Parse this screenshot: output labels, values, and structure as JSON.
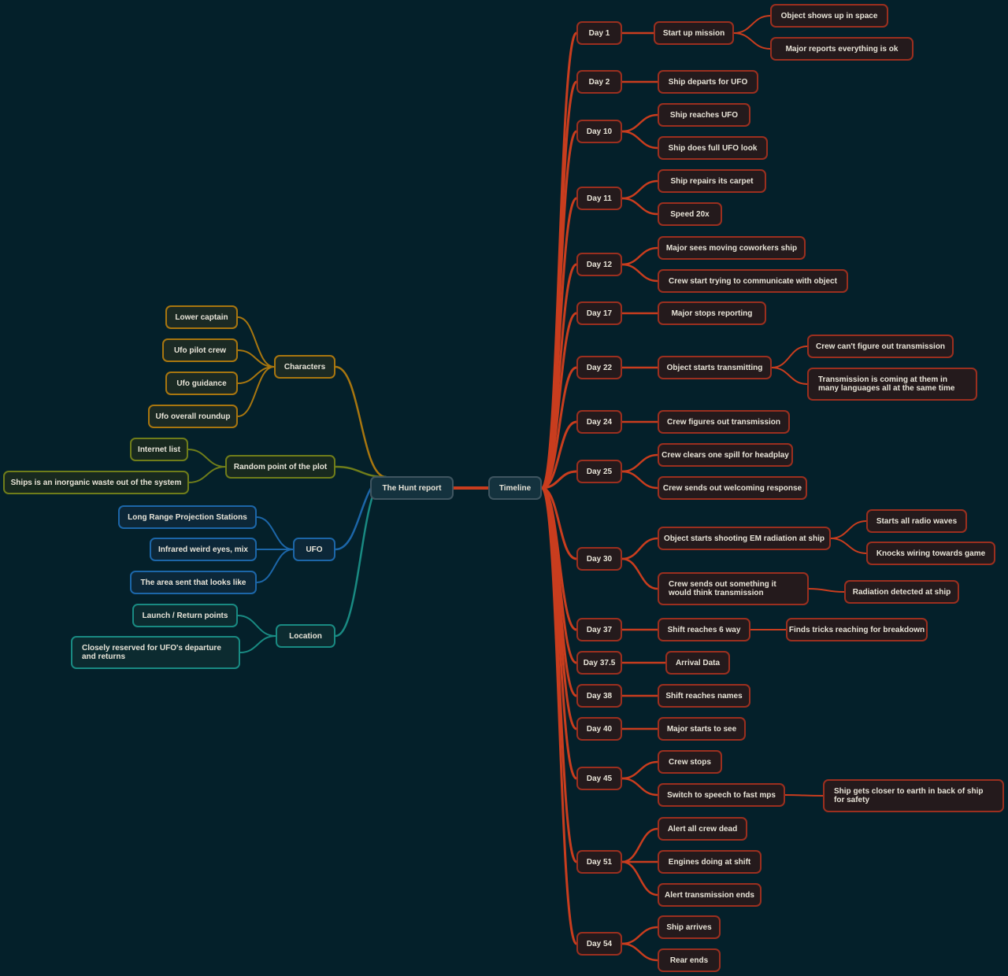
{
  "diagram": {
    "root": {
      "label": "The Hunt report"
    },
    "right": {
      "label": "Timeline",
      "days": [
        {
          "label": "Day 1",
          "items": [
            {
              "label": "Start up mission",
              "children": [
                "Object shows up in space",
                "Major reports everything is ok"
              ]
            }
          ]
        },
        {
          "label": "Day 2",
          "items": [
            {
              "label": "Ship departs for UFO",
              "children": []
            }
          ]
        },
        {
          "label": "Day 10",
          "items": [
            {
              "label": "Ship reaches UFO",
              "children": []
            },
            {
              "label": "Ship does full UFO look",
              "children": []
            }
          ]
        },
        {
          "label": "Day 11",
          "items": [
            {
              "label": "Ship repairs its carpet",
              "children": []
            },
            {
              "label": "Speed 20x",
              "children": []
            }
          ]
        },
        {
          "label": "Day 12",
          "items": [
            {
              "label": "Major sees moving coworkers ship",
              "children": []
            },
            {
              "label": "Crew start trying to communicate with object",
              "children": []
            }
          ]
        },
        {
          "label": "Day 17",
          "items": [
            {
              "label": "Major stops reporting",
              "children": []
            }
          ]
        },
        {
          "label": "Day 22",
          "items": [
            {
              "label": "Object starts transmitting",
              "children": [
                "Crew can't figure out transmission",
                "Transmission is coming at them in many languages all at the same time"
              ]
            }
          ]
        },
        {
          "label": "Day 24",
          "items": [
            {
              "label": "Crew figures out transmission",
              "children": []
            }
          ]
        },
        {
          "label": "Day 25",
          "items": [
            {
              "label": "Crew clears one spill for headplay",
              "children": []
            },
            {
              "label": "Crew sends out welcoming response",
              "children": []
            }
          ]
        },
        {
          "label": "Day 30",
          "items": [
            {
              "label": "Object starts shooting EM radiation at ship",
              "children": [
                "Starts all radio waves",
                "Knocks wiring towards game"
              ]
            },
            {
              "label": "Crew sends out something it would think transmission",
              "children": [
                "Radiation detected at ship"
              ]
            }
          ]
        },
        {
          "label": "Day 37",
          "items": [
            {
              "label": "Shift reaches 6 way",
              "children": [
                "Finds tricks reaching for breakdown"
              ]
            }
          ]
        },
        {
          "label": "Day 37.5",
          "items": [
            {
              "label": "Arrival Data",
              "children": []
            }
          ]
        },
        {
          "label": "Day 38",
          "items": [
            {
              "label": "Shift reaches names",
              "children": []
            }
          ]
        },
        {
          "label": "Day 40",
          "items": [
            {
              "label": "Major starts to see",
              "children": []
            }
          ]
        },
        {
          "label": "Day 45",
          "items": [
            {
              "label": "Crew stops",
              "children": []
            },
            {
              "label": "Switch to speech to fast mps",
              "children": [
                "Ship gets closer to earth in back of ship for safety"
              ]
            }
          ]
        },
        {
          "label": "Day 51",
          "items": [
            {
              "label": "Alert all crew dead",
              "children": []
            },
            {
              "label": "Engines doing at shift",
              "children": []
            },
            {
              "label": "Alert transmission ends",
              "children": []
            }
          ]
        },
        {
          "label": "Day 54",
          "items": [
            {
              "label": "Ship arrives",
              "children": []
            },
            {
              "label": "Rear ends",
              "children": []
            }
          ]
        }
      ]
    },
    "left": [
      {
        "label": "Characters",
        "color": "#a8760f",
        "items": [
          "Lower captain",
          "Ufo pilot crew",
          "Ufo guidance",
          "Ufo overall roundup"
        ]
      },
      {
        "label": "Random point of the plot",
        "color": "#6f7d1a",
        "items": [
          "Internet list",
          "Ships is an inorganic waste out of the system"
        ]
      },
      {
        "label": "UFO",
        "color": "#1c66a8",
        "items": [
          "Long Range Projection Stations",
          "Infrared weird eyes, mix",
          "The area sent that looks like"
        ]
      },
      {
        "label": "Location",
        "color": "#198a82",
        "items": [
          "Launch / Return points",
          "Closely reserved for UFO's departure and returns"
        ]
      }
    ]
  }
}
